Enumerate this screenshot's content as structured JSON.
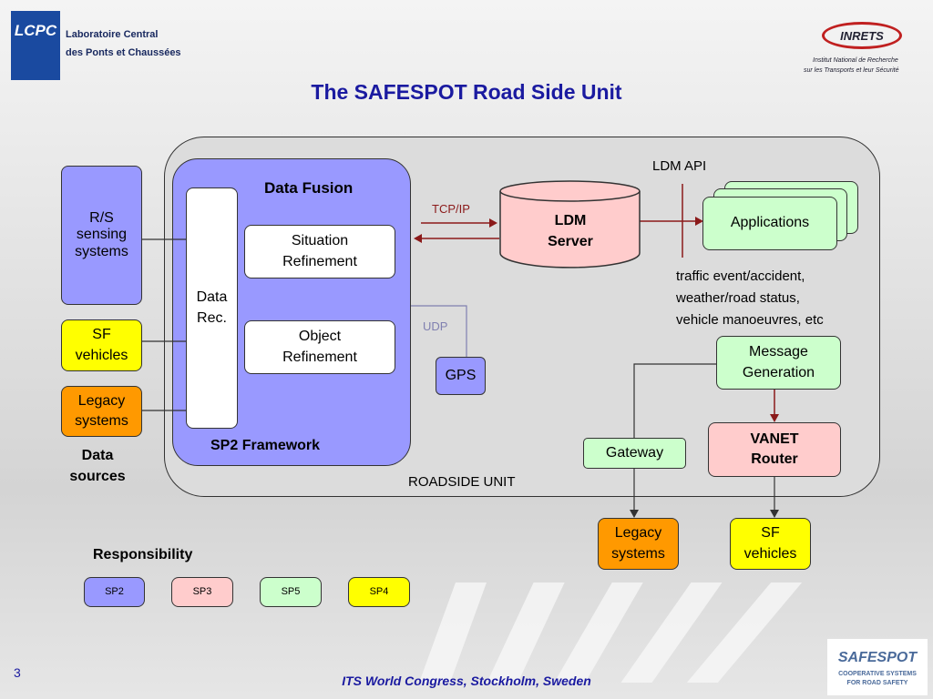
{
  "slide": {
    "title": "The SAFESPOT Road Side Unit",
    "page_number": "3",
    "footer": "ITS World Congress, Stockholm, Sweden"
  },
  "logos": {
    "lcpc_mark": "LCPC",
    "lcpc_line1": "Laboratoire Central",
    "lcpc_line2": "des Ponts et Chaussées",
    "inrets_mark": "INRETS",
    "inrets_line1": "Institut National de Recherche",
    "inrets_line2": "sur les Transports et leur Sécurité",
    "safespot_mark": "SAFESPOT",
    "safespot_line1": "COOPERATIVE SYSTEMS",
    "safespot_line2": "FOR ROAD SAFETY"
  },
  "diagram": {
    "roadside_unit_label": "ROADSIDE UNIT",
    "sp2_framework_label": "SP2 Framework",
    "data_fusion_label": "Data Fusion",
    "data_rec_label": "Data Rec.",
    "situation_refinement": "Situation Refinement",
    "object_refinement": "Object Refinement",
    "ldm_server_label": "LDM Server",
    "ldm_api_label": "LDM API",
    "applications_label": "Applications",
    "tcp_ip_label": "TCP/IP",
    "udp_label": "UDP",
    "gps_label": "GPS",
    "traffic_info_line1": "traffic event/accident,",
    "traffic_info_line2": "weather/road status,",
    "traffic_info_line3": "vehicle manoeuvres, etc",
    "message_generation_label": "Message Generation",
    "vanet_router_label": "VANET Router",
    "gateway_label": "Gateway",
    "out_legacy_systems": "Legacy systems",
    "out_sf_vehicles": "SF vehicles"
  },
  "data_sources": {
    "rs_sensing_systems": "R/S sensing systems",
    "sf_vehicles": "SF vehicles",
    "legacy_systems": "Legacy systems",
    "caption": "Data sources"
  },
  "responsibility": {
    "title": "Responsibility",
    "items": [
      {
        "label": "SP2",
        "color": "#9999ff"
      },
      {
        "label": "SP3",
        "color": "#ffcccc"
      },
      {
        "label": "SP5",
        "color": "#ccffcc"
      },
      {
        "label": "SP4",
        "color": "#ffff00"
      }
    ]
  },
  "colors": {
    "arrow_red": "#8b1a1a",
    "title_blue": "#1a1aa0",
    "udp_line": "#8080b0"
  }
}
